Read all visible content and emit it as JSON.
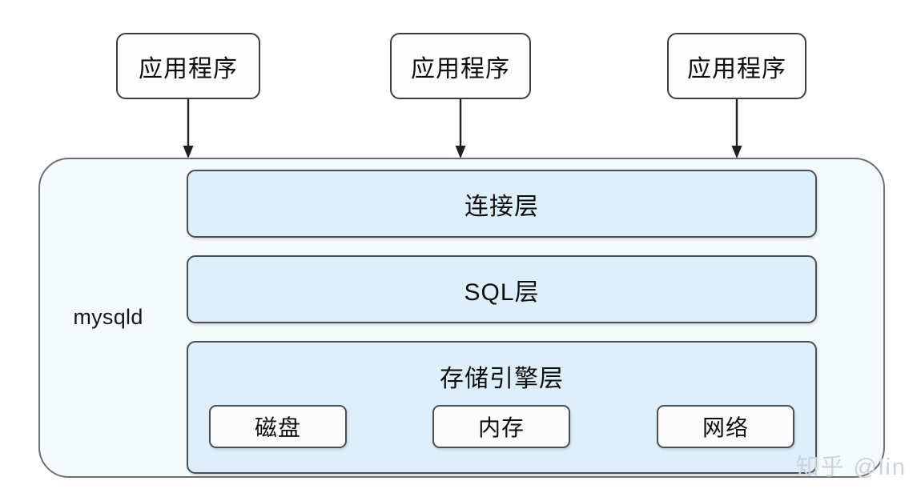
{
  "diagram": {
    "title": "MySQL mysqld architecture",
    "colors": {
      "outer_container_fill": "#f5fafd",
      "outer_container_border": "#6b7077",
      "layer_fill": "#ddeffb",
      "layer_border": "#4a4f56",
      "app_box_fill": "#fdfdfd",
      "app_box_border": "#3b3f45",
      "sub_box_fill": "#fcfcfc",
      "arrow_color": "#1d1f23",
      "watermark_color": "#cdd3da"
    },
    "applications": [
      {
        "label": "应用程序"
      },
      {
        "label": "应用程序"
      },
      {
        "label": "应用程序"
      }
    ],
    "arrows": [
      {
        "name": "arrow-app1-to-mysqld"
      },
      {
        "name": "arrow-app2-to-mysqld"
      },
      {
        "name": "arrow-app3-to-mysqld"
      }
    ],
    "container": {
      "label": "mysqld"
    },
    "layers": [
      {
        "name": "connection-layer",
        "label": "连接层"
      },
      {
        "name": "sql-layer",
        "label": "SQL层"
      },
      {
        "name": "storage-engine-layer",
        "label": "存储引擎层"
      }
    ],
    "storage_components": [
      {
        "name": "disk",
        "label": "磁盘"
      },
      {
        "name": "memory",
        "label": "内存"
      },
      {
        "name": "network",
        "label": "网络"
      }
    ],
    "watermark": "知乎 @lin"
  }
}
